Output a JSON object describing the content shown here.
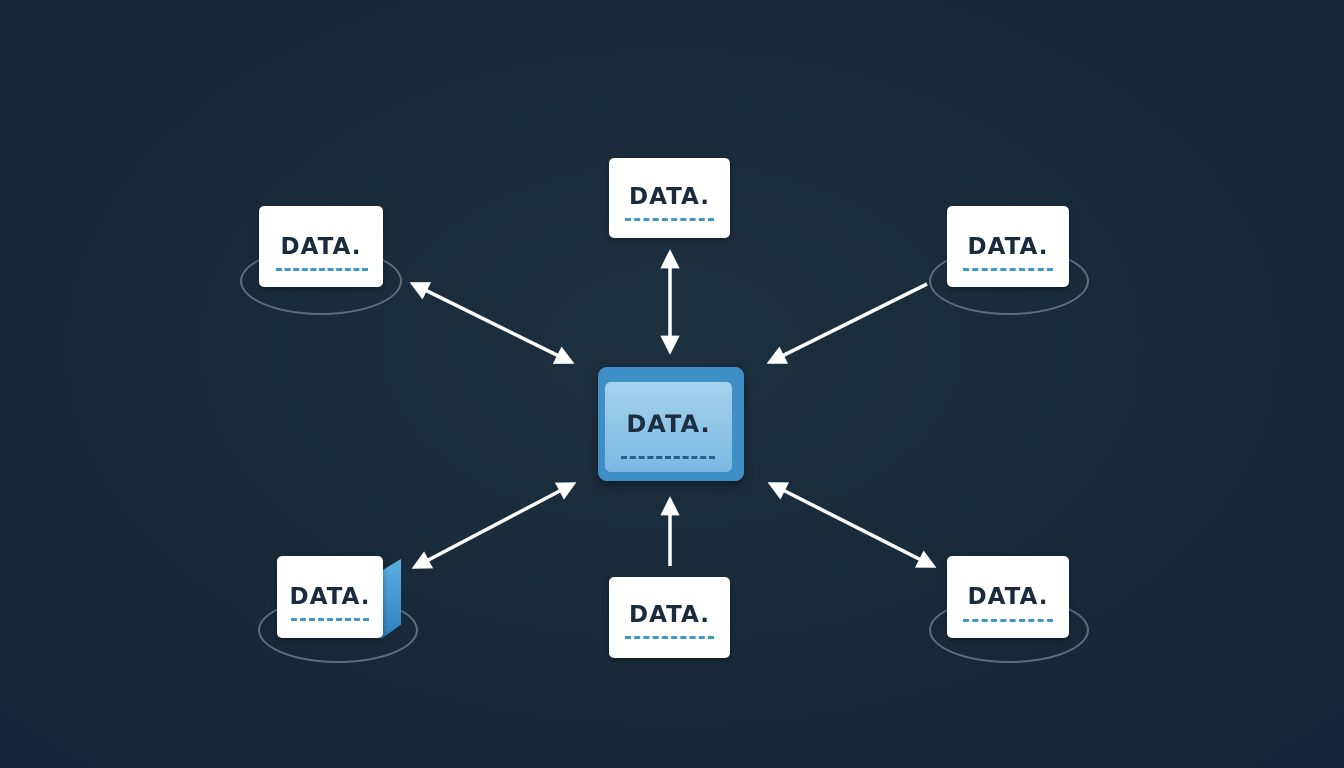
{
  "diagram": {
    "hub": {
      "label": "DATA."
    },
    "nodes": [
      {
        "id": "top",
        "label": "DATA."
      },
      {
        "id": "top-left",
        "label": "DATA."
      },
      {
        "id": "top-right",
        "label": "DATA."
      },
      {
        "id": "bottom-left",
        "label": "DATA."
      },
      {
        "id": "bottom",
        "label": "DATA."
      },
      {
        "id": "bottom-right",
        "label": "DATA."
      }
    ],
    "connections": [
      {
        "from": "top",
        "to": "hub",
        "direction": "both"
      },
      {
        "from": "top-left",
        "to": "hub",
        "direction": "both"
      },
      {
        "from": "top-right",
        "to": "hub",
        "direction": "to-hub"
      },
      {
        "from": "bottom-left",
        "to": "hub",
        "direction": "both"
      },
      {
        "from": "bottom",
        "to": "hub",
        "direction": "to-hub"
      },
      {
        "from": "bottom-right",
        "to": "hub",
        "direction": "both"
      }
    ]
  },
  "colors": {
    "background": "#182a39",
    "hub_outer": "#3e8fc6",
    "hub_inner": "#8fc4e7",
    "node_fill": "#ffffff",
    "node_text": "#1a2b3d",
    "dash_accent": "#3f97c9",
    "arrow": "#ffffff",
    "ring": "#5e6e7c"
  }
}
